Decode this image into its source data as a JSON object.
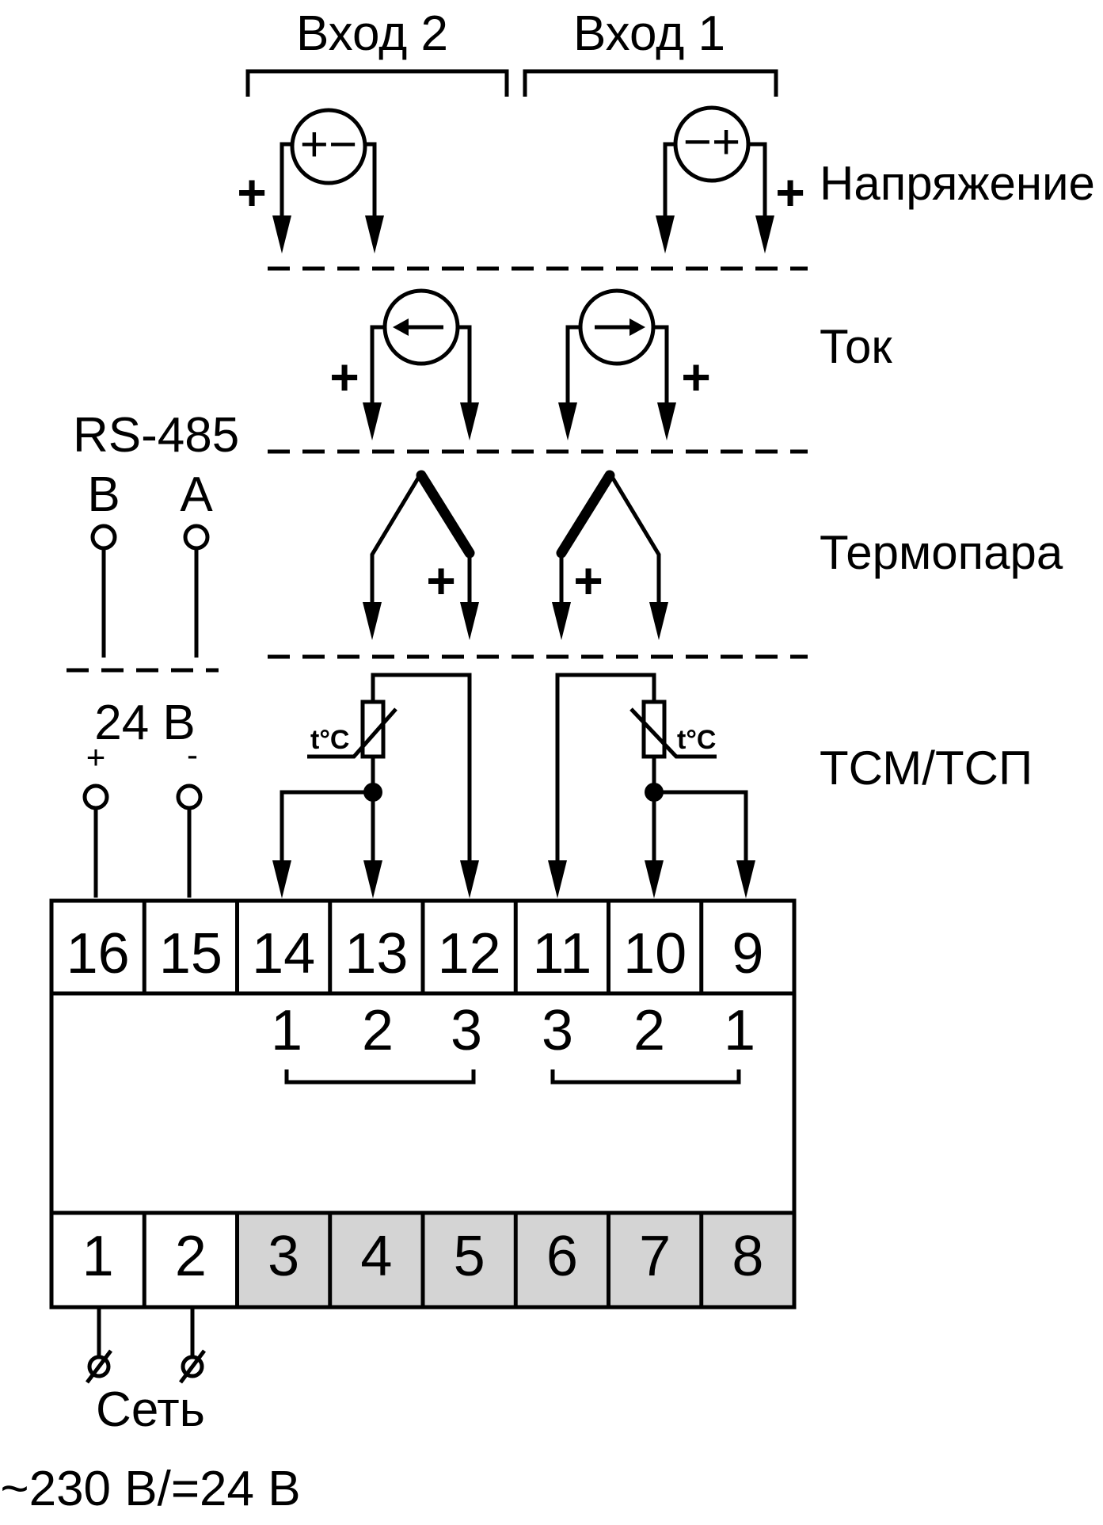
{
  "top": {
    "input2": "Вход 2",
    "input1": "Вход 1"
  },
  "modes": {
    "voltage": "Напряжение",
    "current": "Ток",
    "thermocouple": "Термопара",
    "rtd": "ТСМ/ТСП"
  },
  "rs485": {
    "title": "RS-485",
    "b": "B",
    "a": "A"
  },
  "power24": {
    "title": "24 В",
    "plus": "+",
    "minus": "-"
  },
  "plus_sign": "+",
  "tc_label": "t°C",
  "volt_meter2": "+−",
  "volt_meter1": "−+",
  "terminals_top": [
    "16",
    "15",
    "14",
    "13",
    "12",
    "11",
    "10",
    "9"
  ],
  "terminals_bottom": [
    "1",
    "2",
    "3",
    "4",
    "5",
    "6",
    "7",
    "8"
  ],
  "group_left": [
    "1",
    "2",
    "3"
  ],
  "group_right": [
    "3",
    "2",
    "1"
  ],
  "mains": {
    "label": "Сеть",
    "rating": "~230 В/=24 В"
  },
  "colors": {
    "line": "#000000",
    "shaded_terminal": "#d4d4d4",
    "background": "#ffffff"
  }
}
